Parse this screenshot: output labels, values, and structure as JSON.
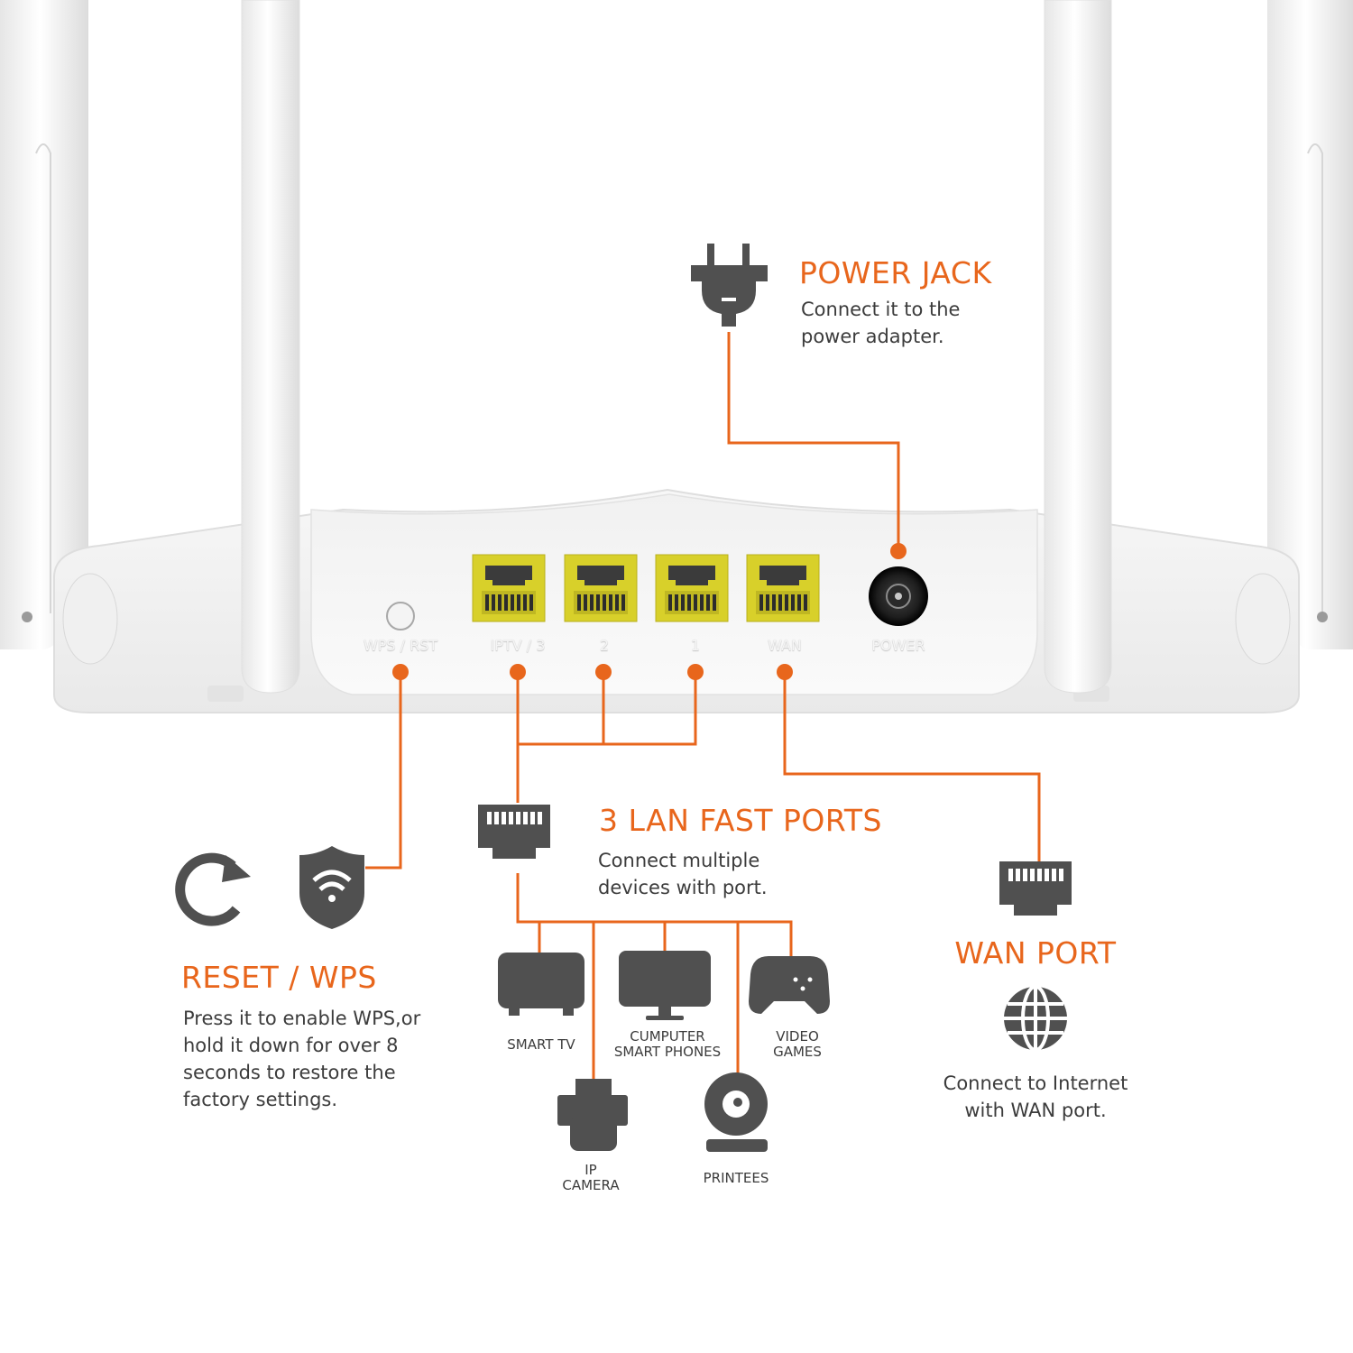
{
  "colors": {
    "accent": "#e8661c",
    "icon": "#505050",
    "text": "#3c3c3c",
    "port": "#d9d12a"
  },
  "router": {
    "port_labels": {
      "wps_rst": "WPS / RST",
      "iptv3": "IPTV / 3",
      "lan2": "2",
      "lan1": "1",
      "wan": "WAN",
      "power": "POWER"
    }
  },
  "power_jack": {
    "title": "POWER JACK",
    "desc_line1": "Connect it to the",
    "desc_line2": "power adapter.",
    "icon": "plug-icon"
  },
  "lan": {
    "title": "3 LAN FAST PORTS",
    "desc_line1": "Connect multiple",
    "desc_line2": "devices with port.",
    "icon": "ethernet-icon",
    "devices": {
      "smart_tv": "SMART TV",
      "computer_line1": "CUMPUTER",
      "computer_line2": "SMART PHONES",
      "games_line1": "VIDEO",
      "games_line2": "GAMES",
      "camera_line1": "IP",
      "camera_line2": "CAMERA",
      "printer": "PRINTEES"
    }
  },
  "reset": {
    "title": "RESET / WPS",
    "desc_line1": "Press it to enable WPS,or",
    "desc_line2": "hold it down for over 8",
    "desc_line3": "seconds to restore the",
    "desc_line4": "factory settings.",
    "icons": [
      "reset-icon",
      "wifi-shield-icon"
    ]
  },
  "wan": {
    "title": "WAN PORT",
    "desc_line1": "Connect to Internet",
    "desc_line2": "with WAN port.",
    "icons": [
      "ethernet-icon",
      "globe-icon"
    ]
  }
}
